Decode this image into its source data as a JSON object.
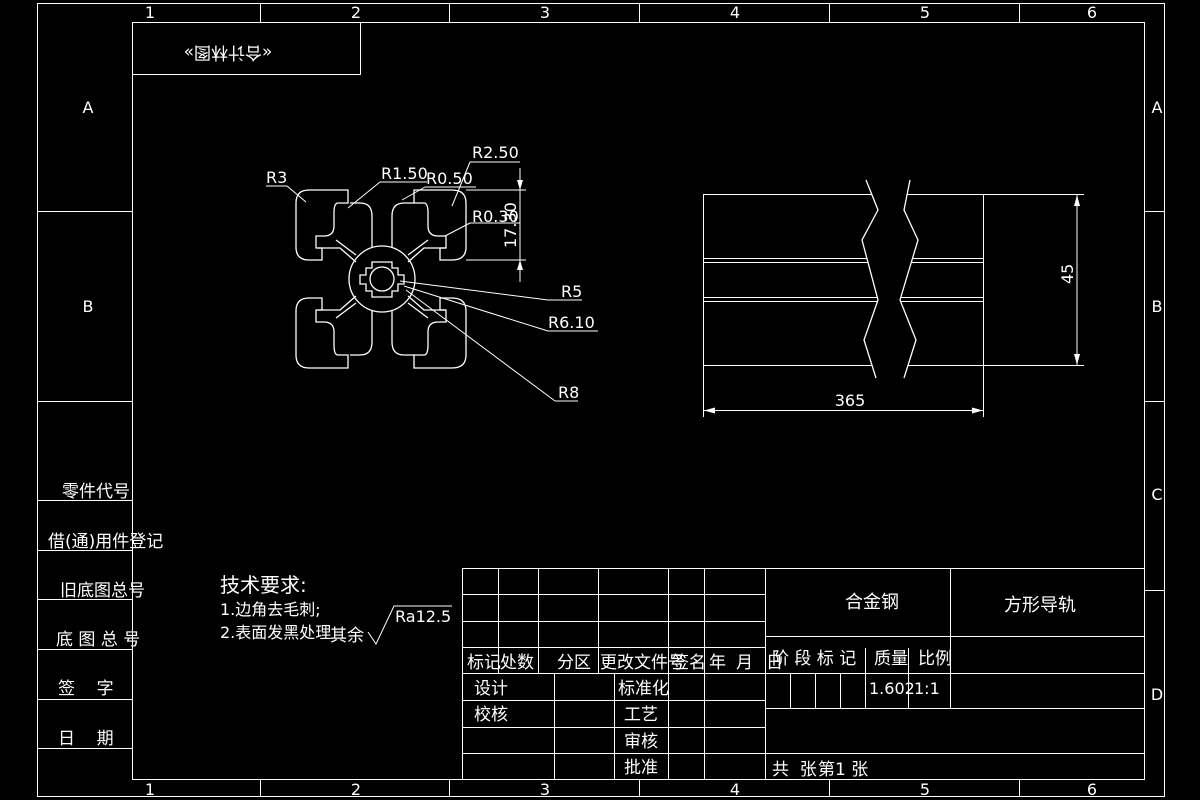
{
  "drawing": {
    "inverted_title": "«合计林图»",
    "zone_columns": [
      "1",
      "2",
      "3",
      "4",
      "5",
      "6"
    ],
    "zone_rows": [
      "A",
      "B",
      "C",
      "D"
    ],
    "left_strip": {
      "labels": [
        "零件代号",
        "借(通)用件登记",
        "旧底图总号",
        "底 图 总 号",
        "签    字",
        "日    期"
      ]
    },
    "profile_dims": {
      "r3": "R3",
      "r1_50": "R1.50",
      "r0_50": "R0.50",
      "r2_50": "R2.50",
      "r0_30": "R0.30",
      "h17_30": "17.30",
      "r5": "R5",
      "r6_10": "R6.10",
      "r8": "R8"
    },
    "side_view": {
      "length": "365",
      "height": "45"
    },
    "tech_req": {
      "title": "技术要求:",
      "items": [
        "1.边角去毛刺;",
        "2.表面发黑处理"
      ]
    },
    "roughness": {
      "label": "其余",
      "value": "Ra12.5"
    },
    "title_block": {
      "revision_headers": [
        "标记",
        "处数",
        "分区",
        "更改文件号",
        "签名",
        "年",
        "月",
        "日"
      ],
      "roles": [
        "设计",
        "校核"
      ],
      "roles_right": [
        "标准化",
        "工艺",
        "审核",
        "批准"
      ],
      "material": "合金钢",
      "part_name": "方形导轨",
      "stage_headers": [
        "阶 段 标 记",
        "质量",
        "比例"
      ],
      "mass": "1.602",
      "scale": "1:1",
      "sheets": "共  张",
      "sheet_no": "第1 张"
    }
  }
}
